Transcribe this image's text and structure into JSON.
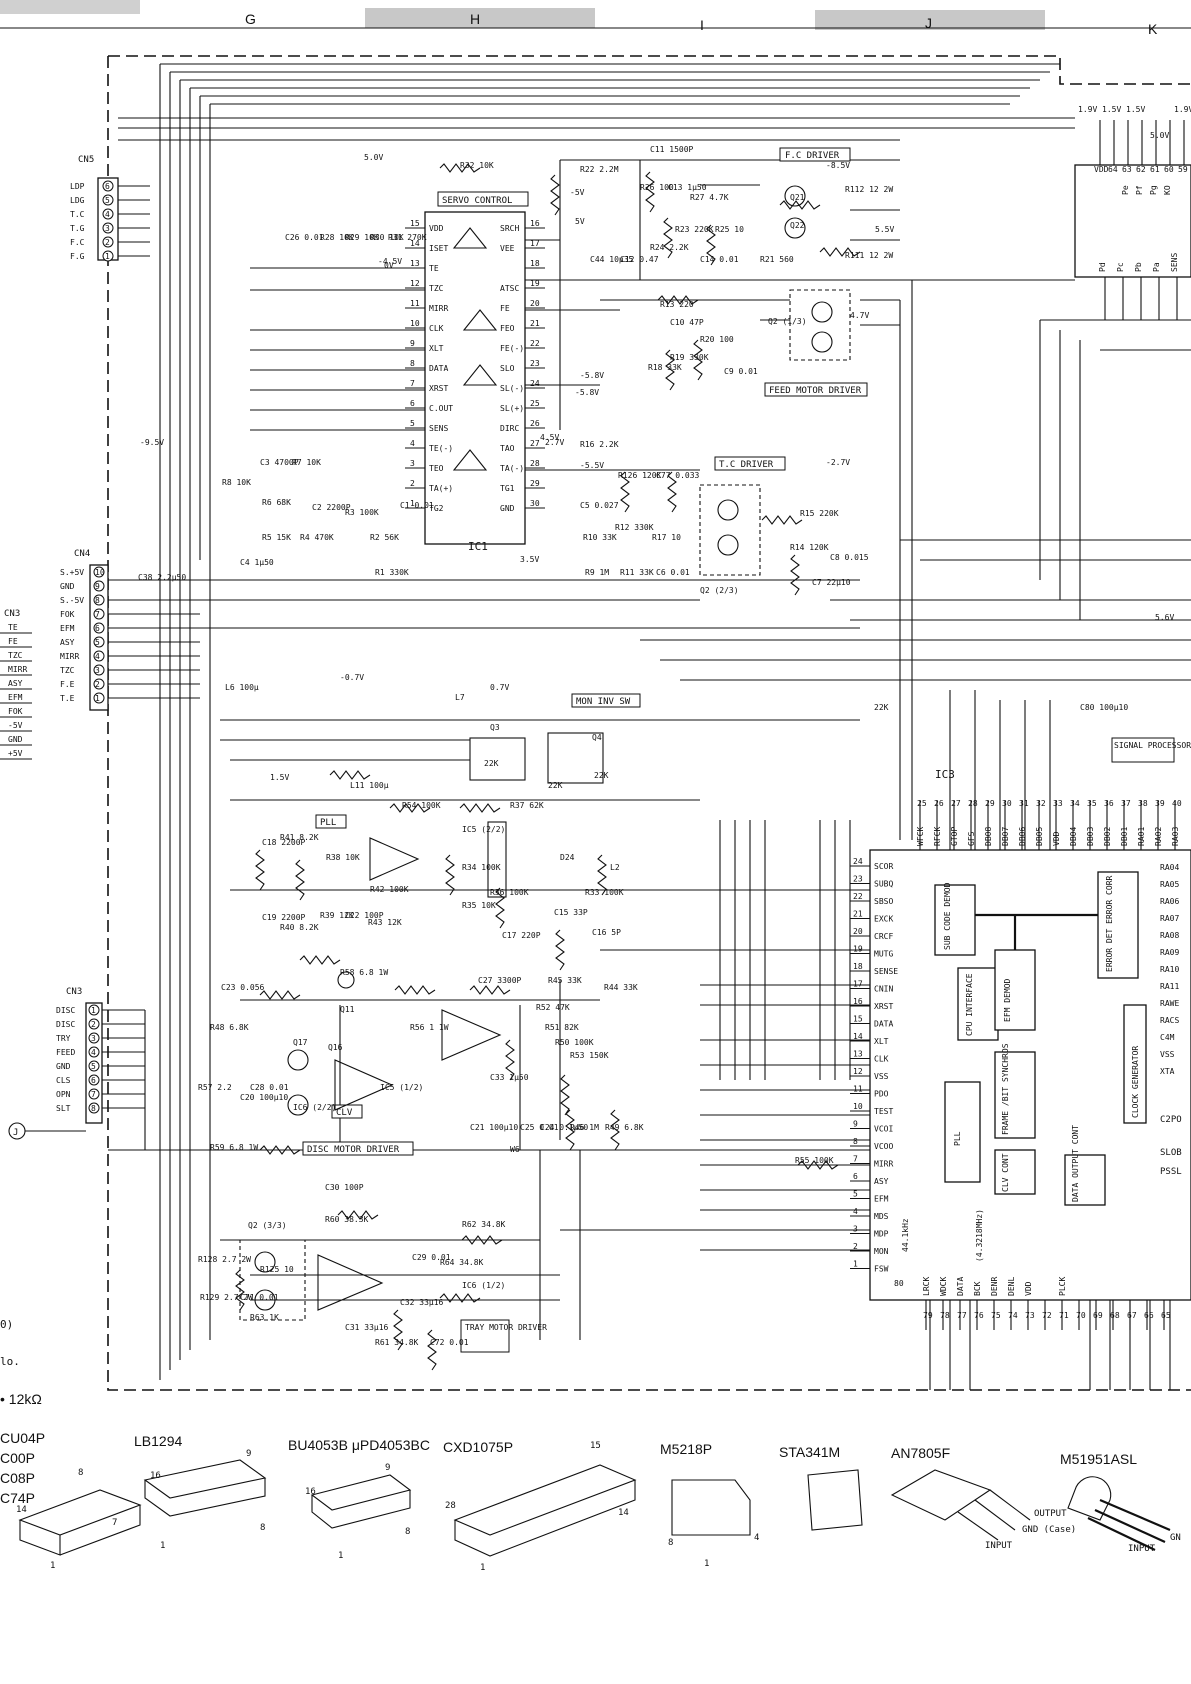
{
  "header": {
    "grid_letters": [
      "G",
      "H",
      "I",
      "J",
      "K"
    ]
  },
  "connectors": {
    "cn5": {
      "name": "CN5",
      "pins": [
        "LDP",
        "LDG",
        "T.C",
        "T.G",
        "F.C",
        "F.G"
      ]
    },
    "cn4": {
      "name": "CN4",
      "pins": [
        "S.+5V",
        "GND",
        "S.-5V",
        "FOK",
        "EFM",
        "ASY",
        "MIRR",
        "TZC",
        "F.E",
        "T.E"
      ]
    },
    "cn3_left": {
      "name": "CN3",
      "pins": [
        "TE",
        "FE",
        "TZC",
        "MIRR",
        "ASY",
        "EFM",
        "FOK",
        "-5V",
        "GND",
        "+5V"
      ]
    },
    "cn3_lower": {
      "name": "CN3",
      "pins": [
        "DISC",
        "DISC",
        "TRY",
        "FEED",
        "GND",
        "CLS",
        "OPN",
        "SLT"
      ]
    }
  },
  "ic1": {
    "name": "IC1",
    "title": "SERVO CONTROL",
    "left_pins": [
      "VDD",
      "ISET",
      "TE",
      "TZC",
      "MIRR",
      "CLK",
      "XLT",
      "DATA",
      "XRST",
      "C.OUT",
      "SENS",
      "TE(-)",
      "TEO",
      "TA(+)",
      "TG2"
    ],
    "left_nums": [
      "15",
      "14",
      "13",
      "12",
      "11",
      "10",
      "9",
      "8",
      "7",
      "6",
      "5",
      "4",
      "3",
      "2",
      "1"
    ],
    "right_pins": [
      "SRCH",
      "VEE",
      "",
      "ATSC",
      "FE",
      "FEO",
      "FE(-)",
      "SLO",
      "SL(-)",
      "SL(+)",
      "DIRC",
      "TAO",
      "TA(-)",
      "TG1",
      "GND"
    ],
    "right_nums": [
      "16",
      "17",
      "18",
      "19",
      "20",
      "21",
      "22",
      "23",
      "24",
      "25",
      "26",
      "27",
      "28",
      "29",
      "30"
    ]
  },
  "ic3": {
    "name": "IC3",
    "title": "SIGNAL PROCESSOR",
    "left_pins": [
      "SCOR",
      "SUBQ",
      "SBSO",
      "EXCK",
      "CRCF",
      "MUTG",
      "SENSE",
      "CNIN",
      "XRST",
      "DATA",
      "XLT",
      "CLK",
      "VSS",
      "PDO",
      "TEST",
      "VCOI",
      "VCOO",
      "MIRR",
      "ASY",
      "EFM",
      "MDS",
      "MDP",
      "MON",
      "FSW"
    ],
    "left_nums": [
      "24",
      "23",
      "22",
      "21",
      "20",
      "19",
      "18",
      "17",
      "16",
      "15",
      "14",
      "13",
      "12",
      "11",
      "10",
      "9",
      "8",
      "7",
      "6",
      "5",
      "4",
      "3",
      "2",
      "1"
    ],
    "top_pins": [
      "WFCK",
      "RFCK",
      "GTOP",
      "GFS",
      "DB08",
      "DB07",
      "DB06",
      "DB05",
      "VDD",
      "DB04",
      "DB03",
      "DB02",
      "DB01",
      "RA01",
      "RA02",
      "RA03"
    ],
    "top_nums": [
      "25",
      "26",
      "27",
      "28",
      "29",
      "30",
      "31",
      "32",
      "33",
      "34",
      "35",
      "36",
      "37",
      "38",
      "39",
      "40"
    ],
    "bottom_pins": [
      "LRCK",
      "WDCK",
      "DATA",
      "BCK",
      "DENR",
      "DENL",
      "VDD",
      "",
      "PLCK",
      "",
      "",
      "",
      "",
      "",
      ""
    ],
    "bottom_nums": [
      "79",
      "78",
      "77",
      "76",
      "75",
      "74",
      "73",
      "72",
      "71",
      "70",
      "69",
      "68",
      "67",
      "66",
      "65"
    ],
    "bottom_first": "80",
    "note_441": "44.1kHz",
    "note_4336": "(4.3218MHz)",
    "right_pins": [
      "RA04",
      "RA05",
      "RA06",
      "RA07",
      "RA08",
      "RA09",
      "RA10",
      "RA11",
      "RAWE",
      "RACS",
      "C4M",
      "VSS",
      "XTA"
    ],
    "blocks": {
      "sub_code": "SUB CODE DEMOD",
      "cpu": "CPU INTERFACE",
      "efm": "EFM DEMOD",
      "frame": "FRAME /BIT SYNCHROS",
      "pll": "PLL",
      "clv": "CLV CONT",
      "data_out": "DATA OUTPUT CONT",
      "error": "ERROR DET ERROR CORR",
      "clock": "CLOCK GENERATOR"
    },
    "extra_labels": [
      "C2PO",
      "SLOB",
      "PSSL"
    ]
  },
  "labels": {
    "fc_driver": "F.C DRIVER",
    "tc_driver": "T.C DRIVER",
    "feed_driver": "FEED MOTOR DRIVER",
    "mon_inv": "MON INV SW",
    "pll": "PLL",
    "clv": "CLV",
    "disc_driver": "DISC MOTOR DRIVER",
    "tray_driver": "TRAY MOTOR DRIVER"
  },
  "parts": [
    "R32 10K",
    "R22 2.2M",
    "C11 1500P",
    "C13 1μ50",
    "R27 4.7K",
    "R26 100",
    "R23 220K",
    "R24 2.2K",
    "R25 10",
    "C14 0.01",
    "R21 560",
    "Q21",
    "Q22",
    "R112 12 2W",
    "R111 12 2W",
    "C12 0.47",
    "C44 10μ35",
    "C26 0.01",
    "R28 10K",
    "R29 10K",
    "R30 10K",
    "R31 270K",
    "R13 220",
    "C10 47P",
    "R19 330K",
    "R20 100",
    "C9 0.01",
    "R18 33K",
    "Q2 (1/3)",
    "R16 2.2K",
    "R126 120K",
    "C77 0.033",
    "C5 0.027",
    "R15 220K",
    "R14 120K",
    "C8 0.015",
    "C7 22μ10",
    "R12 330K",
    "R17 10",
    "R10 33K",
    "R9 1M",
    "R11 33K",
    "C6 0.01",
    "Q2 (2/3)",
    "C3 4700P",
    "R7 10K",
    "R8 10K",
    "R6 68K",
    "R5 15K",
    "C4 1μ50",
    "R4 470K",
    "C2 2200P",
    "R3 100K",
    "C1 0.01",
    "R2 56K",
    "R1 330K",
    "C38 2.2μ50",
    "L6 100μ",
    "L7",
    "Q3",
    "Q4",
    "22K",
    "22K",
    "22K",
    "22K",
    "C80 100μ10",
    "L11 100μ",
    "R54 100K",
    "R37 62K",
    "C18 2200P",
    "R41 8.2K",
    "R38 10K",
    "R42 100K",
    "IC5 (2/2)",
    "R34 100K",
    "R35 10K",
    "R36 100K",
    "D24",
    "L2",
    "R33 100K",
    "C15 33P",
    "C16 5P",
    "C17 220P",
    "C19 2200P",
    "R40 8.2K",
    "R39 12K",
    "C22 100P",
    "R43 12K",
    "C23 0.056",
    "R58 6.8 1W",
    "Q11",
    "C27 3300P",
    "R45 33K",
    "R44 33K",
    "R48 6.8K",
    "R56 1 1W",
    "R52 47K",
    "R51 82K",
    "R50 100K",
    "R53 150K",
    "Q16",
    "Q17",
    "IC6 (2/2)",
    "IC5 (1/2)",
    "C33 1μ50",
    "R57 2.2",
    "C28 0.01",
    "C20 100μ10",
    "C21 100μ10",
    "C25 0.01",
    "C24 0.1μ50",
    "R46 1M",
    "R49 6.8K",
    "R59 6.8 1W",
    "W6",
    "R55 100K",
    "C30 100P",
    "R60 38.3K",
    "R62 34.8K",
    "Q2 (3/3)",
    "R128 2.7 2W",
    "R125 10",
    "R129 2.7 2W",
    "C71 0.01",
    "R63 1K",
    "C29 0.01",
    "R64 34.8K",
    "IC6 (1/2)",
    "C32 33μ16",
    "C31 33μ16",
    "R61 34.8K",
    "C72 0.01"
  ],
  "voltages": [
    "5.0V",
    "-5V",
    "0V",
    "-4.5V",
    "5V",
    "-8.5V",
    "5.5V",
    "-9.5V",
    "-2.7V",
    "2.7V",
    "-5.8V",
    "-5.8V",
    "4.7V",
    "-5.5V",
    "3.5V",
    "4.5V",
    "1.5V",
    "-0.7V",
    "0.7V",
    "5.6V"
  ],
  "upper_right_ic": {
    "pins_top": [
      "VDD",
      "64",
      "63",
      "62",
      "61",
      "60",
      "59"
    ],
    "labels_top": [
      "Pe",
      "Pf",
      "Pg",
      "KO"
    ],
    "labels_bottom": [
      "Pd",
      "Pc",
      "Pb",
      "Pa",
      "SENS"
    ],
    "volts": [
      "1.9V",
      "1.5V",
      "1.5V",
      "5.0V",
      "1.9V"
    ]
  },
  "package_legend": {
    "left_partial": [
      "CU04P",
      "C00P",
      "C08P",
      "C74P"
    ],
    "items": [
      {
        "label": "LB1294",
        "pins": [
          "16",
          "9",
          "1",
          "8"
        ]
      },
      {
        "label": "BU4053B μPD4053BC",
        "pins": [
          "16",
          "9",
          "1",
          "8"
        ]
      },
      {
        "label": "CXD1075P",
        "pins": [
          "28",
          "15",
          "1",
          "14"
        ]
      },
      {
        "label": "M5218P",
        "pins": [
          "8",
          "4",
          "1"
        ]
      },
      {
        "label": "STA341M",
        "pins": []
      },
      {
        "label": "AN7805F",
        "pins": [
          "OUTPUT",
          "GND (Case)",
          "INPUT"
        ]
      },
      {
        "label": "M51951ASL",
        "pins": [
          "INPUT",
          "GN"
        ]
      }
    ],
    "first_pins": [
      "8",
      "14",
      "7",
      "1"
    ]
  },
  "left_margin": {
    "notes": [
      "0)",
      "lo.",
      "• 12kΩ"
    ],
    "j_label": "J"
  }
}
